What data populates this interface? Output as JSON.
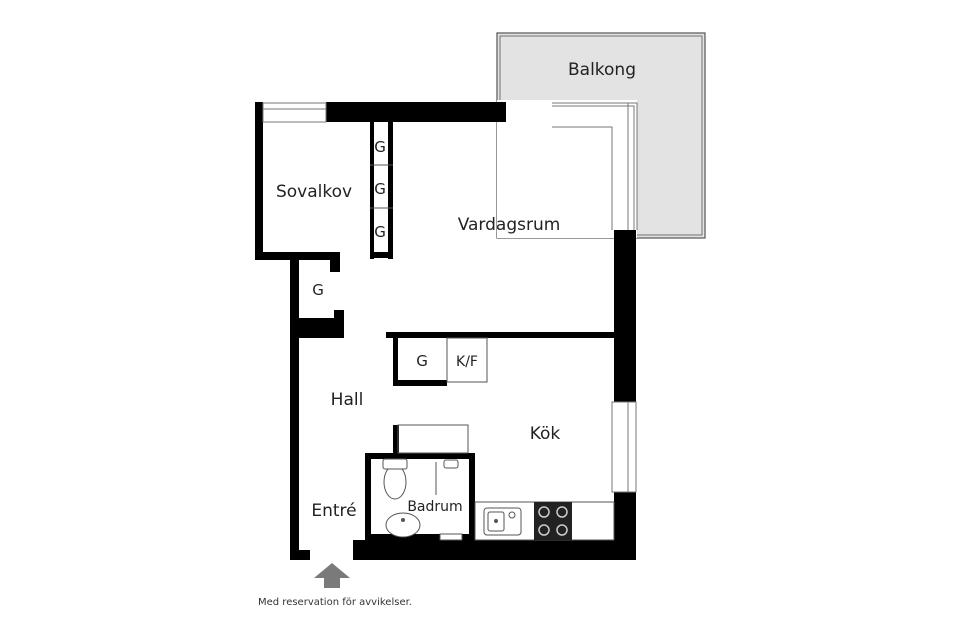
{
  "rooms": {
    "balkong": "Balkong",
    "sovalkov": "Sovalkov",
    "vardagsrum": "Vardagsrum",
    "hall": "Hall",
    "kok": "Kök",
    "badrum": "Badrum",
    "entre": "Entré"
  },
  "closets": {
    "g1": "G",
    "g2": "G",
    "g3": "G",
    "g4": "G",
    "g5": "G",
    "kf": "K/F"
  },
  "disclaimer": "Med reservation för avvikelser.",
  "colors": {
    "wall": "#000000",
    "balcony_fill": "#e3e3e3",
    "line": "#555555"
  }
}
